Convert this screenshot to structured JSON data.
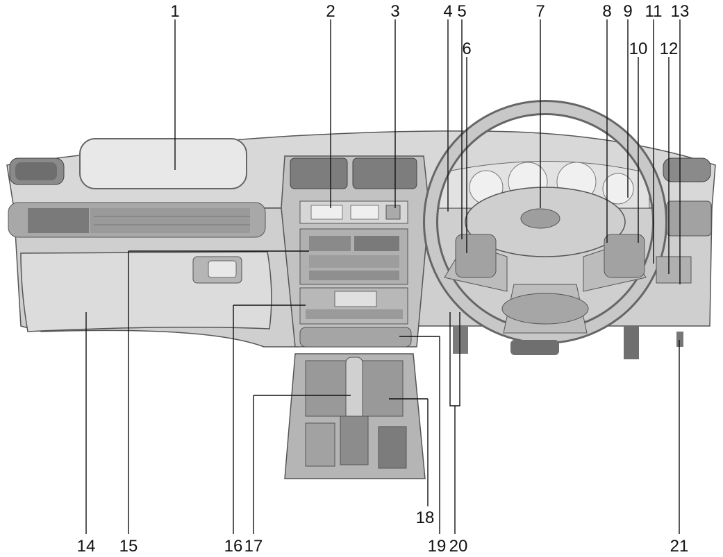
{
  "callouts": [
    {
      "id": "1",
      "label": "1"
    },
    {
      "id": "2",
      "label": "2"
    },
    {
      "id": "3",
      "label": "3"
    },
    {
      "id": "4",
      "label": "4"
    },
    {
      "id": "5",
      "label": "5"
    },
    {
      "id": "6",
      "label": "6"
    },
    {
      "id": "7",
      "label": "7"
    },
    {
      "id": "8",
      "label": "8"
    },
    {
      "id": "9",
      "label": "9"
    },
    {
      "id": "10",
      "label": "10"
    },
    {
      "id": "11",
      "label": "11"
    },
    {
      "id": "12",
      "label": "12"
    },
    {
      "id": "13",
      "label": "13"
    },
    {
      "id": "14",
      "label": "14"
    },
    {
      "id": "15",
      "label": "15"
    },
    {
      "id": "16",
      "label": "16"
    },
    {
      "id": "17",
      "label": "17"
    },
    {
      "id": "18",
      "label": "18"
    },
    {
      "id": "19",
      "label": "19"
    },
    {
      "id": "20",
      "label": "20"
    },
    {
      "id": "21",
      "label": "21"
    }
  ],
  "colors": {
    "panel": "#cfcfcf",
    "panel_dark": "#9a9a9a",
    "panel_light": "#e6e6e6",
    "outline": "#555555",
    "text": "#111111"
  }
}
